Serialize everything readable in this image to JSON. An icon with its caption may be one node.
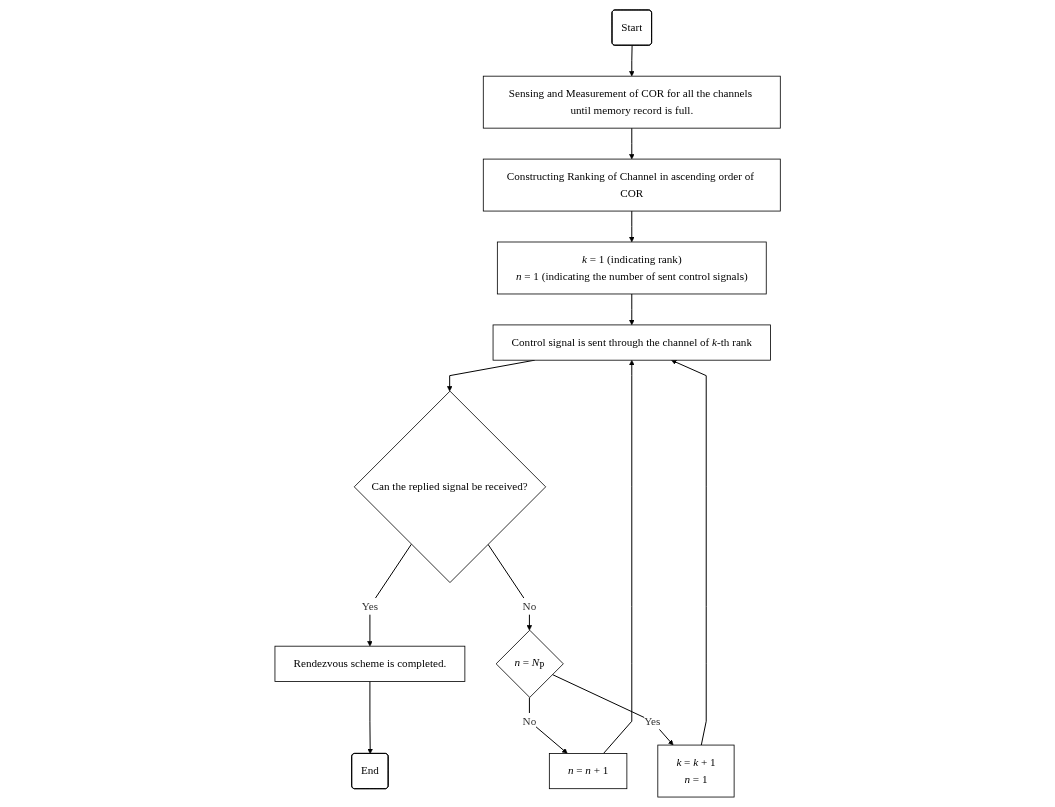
{
  "diagram": {
    "nodes": [
      {
        "text": [
          "Start"
        ]
      },
      {
        "text": [
          "Sensing and Measurement of COR for all the channels until memory record is full."
        ]
      },
      {
        "text": [
          "Constructing Ranking of Channel in ascending order of COR"
        ]
      },
      {
        "text": [
          "*k* = 1 (indicating rank)",
          "*n* = 1 (indicating the number of sent control signals)"
        ]
      },
      {
        "text": [
          "Control signal is sent through the channel of *k*-th rank"
        ]
      },
      {
        "text": [
          "Can the replied signal be received?"
        ]
      },
      {
        "text": [
          "Rendezvous scheme is completed."
        ]
      },
      {
        "text": [
          "End"
        ]
      },
      {
        "text": [
          "*n* = *N*$_{P}$"
        ]
      },
      {
        "text": [
          "*n* = *n* + 1"
        ]
      },
      {
        "text": [
          "*k* = *k* + 1",
          "*n* = 1"
        ]
      }
    ],
    "edges": [
      {
        "from": 0,
        "to": 1,
        "arrow": "to"
      },
      {
        "from": 1,
        "to": 2,
        "arrow": "to"
      },
      {
        "from": 2,
        "to": 3,
        "arrow": "to"
      },
      {
        "from": 3,
        "to": 4,
        "arrow": "to"
      },
      {
        "from": 4,
        "to": 5,
        "arrow": "to"
      },
      {
        "from": 5,
        "to": 6,
        "label": "Yes",
        "arrow": "to"
      },
      {
        "from": 6,
        "to": 7,
        "arrow": "to"
      },
      {
        "from": 5,
        "to": 8,
        "label": "No",
        "arrow": "to"
      },
      {
        "from": 8,
        "to": 9,
        "label": "No",
        "arrow": "to"
      },
      {
        "from": 9,
        "to": 4,
        "arrow": "to"
      },
      {
        "from": 8,
        "to": 10,
        "label": "Yes",
        "arrow": "to"
      },
      {
        "from": 10,
        "to": 4,
        "arrow": "to"
      }
    ]
  }
}
